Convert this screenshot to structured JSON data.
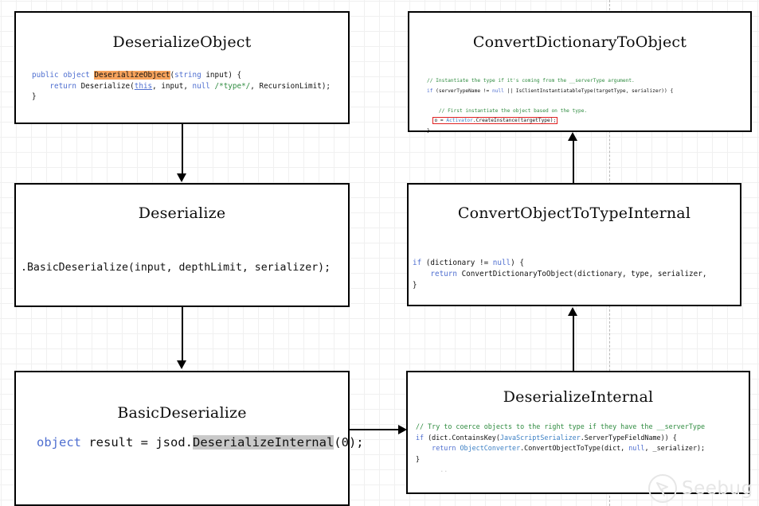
{
  "diagram": {
    "type": "call-flow-diagram",
    "background": "graph-paper-grid",
    "watermark": "Seebug",
    "colors": {
      "node_border": "#000000",
      "node_fill": "#ffffff",
      "connector": "#000000",
      "grid_minor": "#f0f0f0",
      "grid_major": "#e3e3e3",
      "highlight_orange": "#f7a35c",
      "highlight_gray": "#c9c9c9",
      "highlight_redbox": "#e02020",
      "keyword_blue": "#4f6fd0",
      "comment_green": "#2e8b3f",
      "type_blue": "#3b7fc4",
      "watermark_gray": "#e6e6e6"
    }
  },
  "nodes": {
    "deserialize_object": {
      "title": "DeserializeObject",
      "code": {
        "l1_kw_public": "public",
        "l1_kw_object": " object ",
        "l1_name_hl": "DeserializeObject",
        "l1_open": "(",
        "l1_kw_string": "string",
        "l1_rest": " input) {",
        "l2_indent": "    ",
        "l2_kw_return": "return",
        "l2_call": " Deserialize(",
        "l2_this": "this",
        "l2_mid": ", input, ",
        "l2_null": "null",
        "l2_comment": " /*type*/",
        "l2_tail": ", RecursionLimit);",
        "l3": "}"
      }
    },
    "convert_dictionary_to_object": {
      "title": "ConvertDictionaryToObject",
      "code": {
        "l1_comment": "// Instantiate the type if it's coming from the __serverType argument.",
        "l2_kw_if": "if",
        "l2_a": " (serverTypeName != ",
        "l2_null": "null",
        "l2_b": " || IsClientInstantiatableType(targetType, serializer)) {",
        "l3_blank": "",
        "l4_comment": "    // First instantiate the object based on the type.",
        "l5_boxed_pre": "o = ",
        "l5_boxed_type": "Activator",
        "l5_boxed_post": ".CreateInstance(targetType);",
        "l6": "}"
      }
    },
    "deserialize": {
      "title": "Deserialize",
      "code": {
        "l1": ".BasicDeserialize(input, depthLimit, serializer);"
      }
    },
    "convert_object_to_type_internal": {
      "title": "ConvertObjectToTypeInternal",
      "code": {
        "l1_kw_if": "if",
        "l1_rest": " (dictionary != ",
        "l1_null": "null",
        "l1_tail": ") {",
        "l2_indent": "    ",
        "l2_kw_return": "return",
        "l2_rest": " ConvertDictionaryToObject(dictionary, type, serializer,",
        "l3": "}"
      }
    },
    "basic_deserialize": {
      "title": "BasicDeserialize",
      "code": {
        "l1_kw_object": "object",
        "l1_mid": " result = jsod.",
        "l1_name_hl": "DeserializeInternal",
        "l1_tail": "(0);"
      }
    },
    "deserialize_internal": {
      "title": "DeserializeInternal",
      "code": {
        "l1_comment": "// Try to coerce objects to the right type if they have the __serverType",
        "l2_kw_if": "if",
        "l2_a": " (dict.ContainsKey(",
        "l2_type": "JavaScriptSerializer",
        "l2_b": ".ServerTypeFieldName)) {",
        "l3_indent": "    ",
        "l3_kw_return": "return",
        "l3_a": " ",
        "l3_type": "ObjectConverter",
        "l3_b": ".ConvertObjectToType(dict, ",
        "l3_null": "null",
        "l3_c": ", _serializer);",
        "l4": "}",
        "l5_faint": "      .."
      }
    }
  },
  "connectors": [
    {
      "name": "deserialize-object-to-deserialize",
      "from": "deserialize_object",
      "to": "deserialize",
      "direction": "down"
    },
    {
      "name": "deserialize-to-basic-deserialize",
      "from": "deserialize",
      "to": "basic_deserialize",
      "direction": "down"
    },
    {
      "name": "basic-deserialize-to-deserialize-internal",
      "from": "basic_deserialize",
      "to": "deserialize_internal",
      "direction": "right"
    },
    {
      "name": "deserialize-internal-to-convert-object-to-type-internal",
      "from": "deserialize_internal",
      "to": "convert_object_to_type_internal",
      "direction": "up"
    },
    {
      "name": "convert-object-to-type-internal-to-convert-dictionary-to-object",
      "from": "convert_object_to_type_internal",
      "to": "convert_dictionary_to_object",
      "direction": "up"
    }
  ]
}
